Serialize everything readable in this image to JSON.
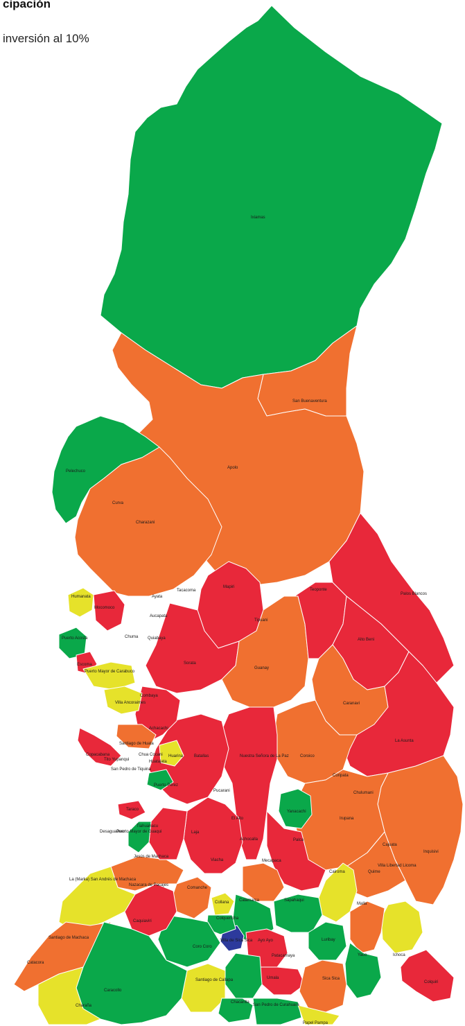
{
  "header": {
    "title": "cipación",
    "subtitle": "inversión al 10%"
  },
  "colors": {
    "green": "#0aa84a",
    "orange": "#f07030",
    "red": "#e8283a",
    "yellow": "#e6e22a",
    "blue": "#2d3a9c",
    "border": "#ffffff"
  },
  "municipalities": {
    "ixiamas": "Ixiamas",
    "san_buenaventura": "San Buenaventura",
    "apolo": "Apolo",
    "pelechuco": "Pelechuco",
    "curva": "Curva",
    "charazani": "Charazani",
    "humanata": "Humanata",
    "mocomoco": "Mocomoco",
    "ayata": "Ayata",
    "tacacoma": "Tacacoma",
    "aucapata": "Aucapata",
    "mapiri": "Mapiri",
    "teoponte": "Teoponte",
    "palos_blancos": "Palos Blancos",
    "puerto_acosta": "Puerto Acosta",
    "escoma": "Escoma",
    "chuma": "Chuma",
    "quiabaya": "Quiabaya",
    "tipuani": "Tipuani",
    "alto_beni": "Alto Beni",
    "puerto_carabuco": "Puerto Mayor de Carabuco",
    "sorata": "Sorata",
    "guanay": "Guanay",
    "combaya": "Combaya",
    "ancoraimes": "Villa Ancoraimes",
    "caranavi": "Caranavi",
    "achacachi": "Achacachi",
    "la_asunta": "La Asunta",
    "huata": "Santiago de Huata",
    "copacabana": "Copacabana",
    "chua_cocani": "Chua Cocani",
    "huarina": "Huarina",
    "batallas": "Batallas",
    "tito_yupanqui": "Tito Yupanqui",
    "huatajata": "Huatajata",
    "nuestra_senora": "Nuestra Señora de La Paz",
    "coroico": "Coroico",
    "tiquina": "San Pedro de Tiquina",
    "coripata": "Coripata",
    "puerto_perez": "Puerto Pérez",
    "pucarani": "Pucarani",
    "chulumani": "Chulumani",
    "yanacachi": "Yanacachi",
    "taraco": "Taraco",
    "tiahuanacu": "Tiahuanacu",
    "el_alto": "El Alto",
    "irupana": "Irupana",
    "desaguadero": "Desaguadero",
    "guaqui": "Puerto Mayor de Guaqui",
    "laja": "Laja",
    "achocalla": "Achocalla",
    "palca": "Palca",
    "cajuata": "Cajuata",
    "inquisivi": "Inquisivi",
    "jesus_machaca": "Jesús de Machaca",
    "viacha": "Viacha",
    "mecapaca": "Mecapaca",
    "licoma": "Villa Libertad Licoma",
    "quime": "Quime",
    "cairoma": "Cairoma",
    "san_andres": "La (Marka) San Andrés de Machaca",
    "nazacara": "Nazacara de Pacajes",
    "comanche": "Comanche",
    "collana": "Collana",
    "calamarca": "Calamarca",
    "sapahaqui": "Sapahaqui",
    "malla": "Malla",
    "colquencha": "Colquencha",
    "caquiaviri": "Caquiaviri",
    "aroma": "Villa de Sica Sica",
    "ayo_ayo": "Ayo Ayo",
    "luribay": "Luribay",
    "santiago_machaca": "Santiago de Machaca",
    "coro_coro": "Coro Coro",
    "yaco": "Yaco",
    "ichoca": "Ichoca",
    "patacamaya": "Patacamaya",
    "catacora": "Catacora",
    "callapa": "Santiago de Callapa",
    "umala": "Umala",
    "sica_sica": "Sica Sica",
    "colquiri": "Colquiri",
    "caquiavi2": "Caracollo",
    "chacarilla": "Chacarilla",
    "curahuara": "San Pedro de Curahuara",
    "charana": "Charaña",
    "papel_pampa": "Papel Pampa"
  }
}
